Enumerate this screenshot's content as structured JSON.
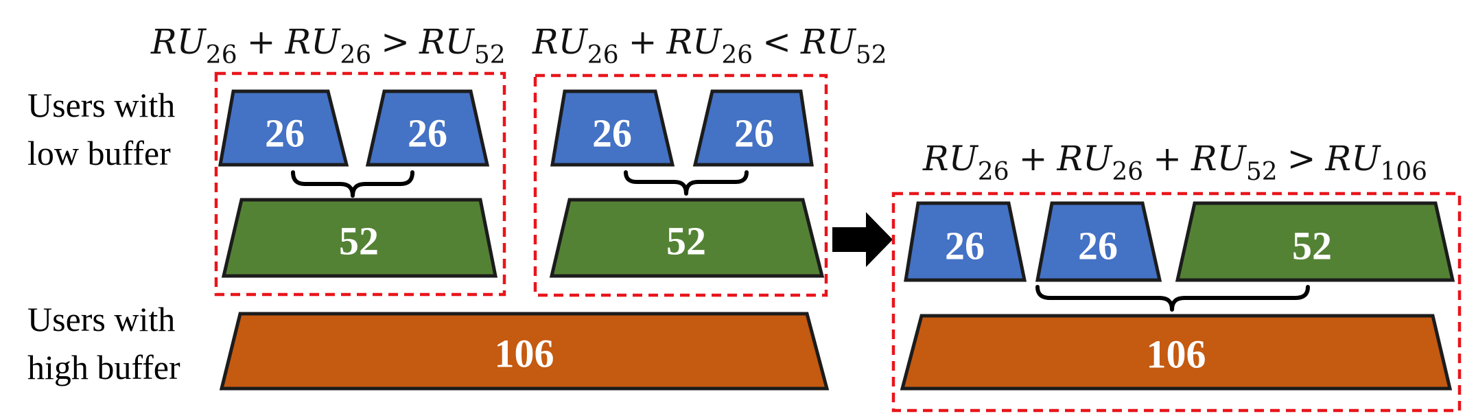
{
  "conditions": {
    "left": {
      "a": "RU",
      "a_sub": "26",
      "op1": "+",
      "b": "RU",
      "b_sub": "26",
      "rel": ">",
      "c": "RU",
      "c_sub": "52"
    },
    "middle": {
      "a": "RU",
      "a_sub": "26",
      "op1": "+",
      "b": "RU",
      "b_sub": "26",
      "rel": "<",
      "c": "RU",
      "c_sub": "52"
    },
    "right": {
      "a": "RU",
      "a_sub": "26",
      "op1": "+",
      "b": "RU",
      "b_sub": "26",
      "op2": "+",
      "c": "RU",
      "c_sub": "52",
      "rel": ">",
      "d": "RU",
      "d_sub": "106"
    }
  },
  "labels": {
    "low_buffer_line1": "Users with",
    "low_buffer_line2": "low buffer",
    "high_buffer_line1": "Users with",
    "high_buffer_line2": "high buffer"
  },
  "blocks": {
    "left_ru26_a": "26",
    "left_ru26_b": "26",
    "left_ru52": "52",
    "mid_ru26_a": "26",
    "mid_ru26_b": "26",
    "mid_ru52": "52",
    "high_ru106": "106",
    "right_ru26_a": "26",
    "right_ru26_b": "26",
    "right_ru52": "52",
    "right_ru106": "106"
  },
  "colors": {
    "ru26": "#4472c4",
    "ru52": "#548235",
    "ru106": "#c55a11",
    "group_box": "#e8151b"
  }
}
